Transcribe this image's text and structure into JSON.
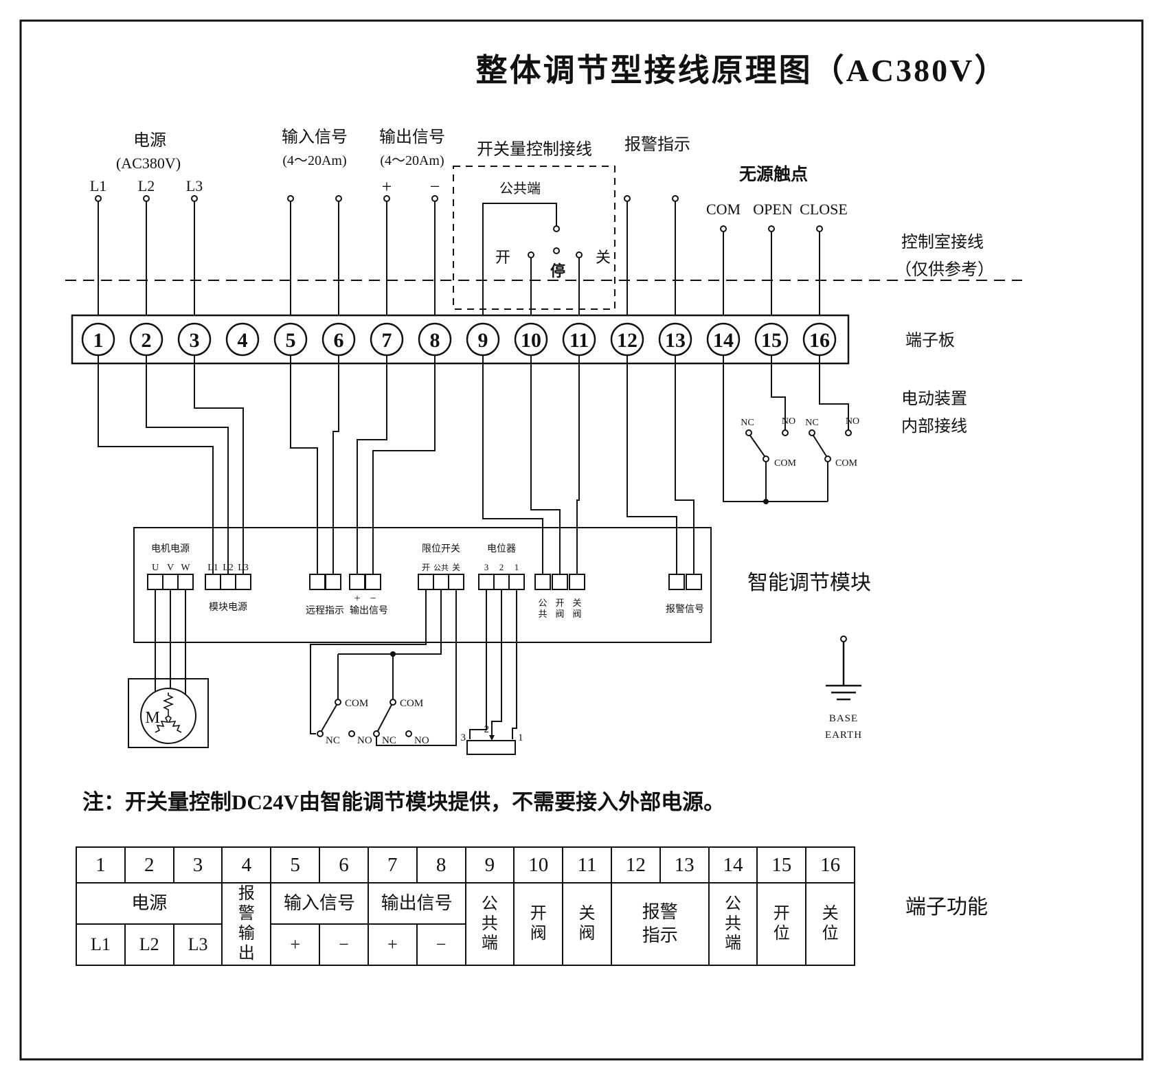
{
  "title": "整体调节型接线原理图（AC380V）",
  "top": {
    "power": "电源",
    "power_sub": "(AC380V)",
    "phases": [
      "L1",
      "L2",
      "L3"
    ],
    "input": "输入信号",
    "input_sub": "(4～20Am)",
    "output": "输出信号",
    "output_sub": "(4～20Am)",
    "plus": "+",
    "minus": "−",
    "switch_ctl": "开关量控制接线",
    "common": "公共端",
    "open": "开",
    "stop": "停",
    "close": "关",
    "alarm": "报警指示",
    "dry_title": "无源触点",
    "dry": [
      "COM",
      "OPEN",
      "CLOSE"
    ]
  },
  "right": {
    "ctl_room": "控制室接线",
    "ctl_room_ref": "（仅供参考）",
    "board": "端子板",
    "device1": "电动装置",
    "device2": "内部接线",
    "module": "智能调节模块"
  },
  "terminals": [
    "1",
    "2",
    "3",
    "4",
    "5",
    "6",
    "7",
    "8",
    "9",
    "10",
    "11",
    "12",
    "13",
    "14",
    "15",
    "16"
  ],
  "sw": {
    "nc": "NC",
    "no": "NO",
    "com": "COM"
  },
  "module": {
    "motor_power": "电机电源",
    "uvw": [
      "U",
      "V",
      "W"
    ],
    "l123": [
      "L1",
      "L2",
      "L3"
    ],
    "module_power": "模块电源",
    "remote": "远程指示",
    "out_sig": "输出信号",
    "plus": "+",
    "minus": "−",
    "limit": "限位开关",
    "limit_open": "开",
    "limit_com": "公共",
    "limit_close": "关",
    "pot": "电位器",
    "pot_pins": [
      "3",
      "2",
      "1"
    ],
    "v_common": "公共",
    "v_open": "开阀",
    "v_close": "关阀",
    "alarm_sig": "报警信号"
  },
  "motor": {
    "m": "M"
  },
  "ground": {
    "line1": "BASE",
    "line2": "EARTH"
  },
  "note": "注：开关量控制DC24V由智能调节模块提供，不需要接入外部电源。",
  "table": {
    "power": "电源",
    "alarm_out": "报警输出",
    "input": "输入信号",
    "output": "输出信号",
    "plus": "+",
    "minus": "−",
    "common": "公共端",
    "open_valve": "开阀",
    "close_valve": "关阀",
    "alarm_ind": "报警指示",
    "open_pos": "开位",
    "close_pos": "关位",
    "caption": "端子功能"
  }
}
